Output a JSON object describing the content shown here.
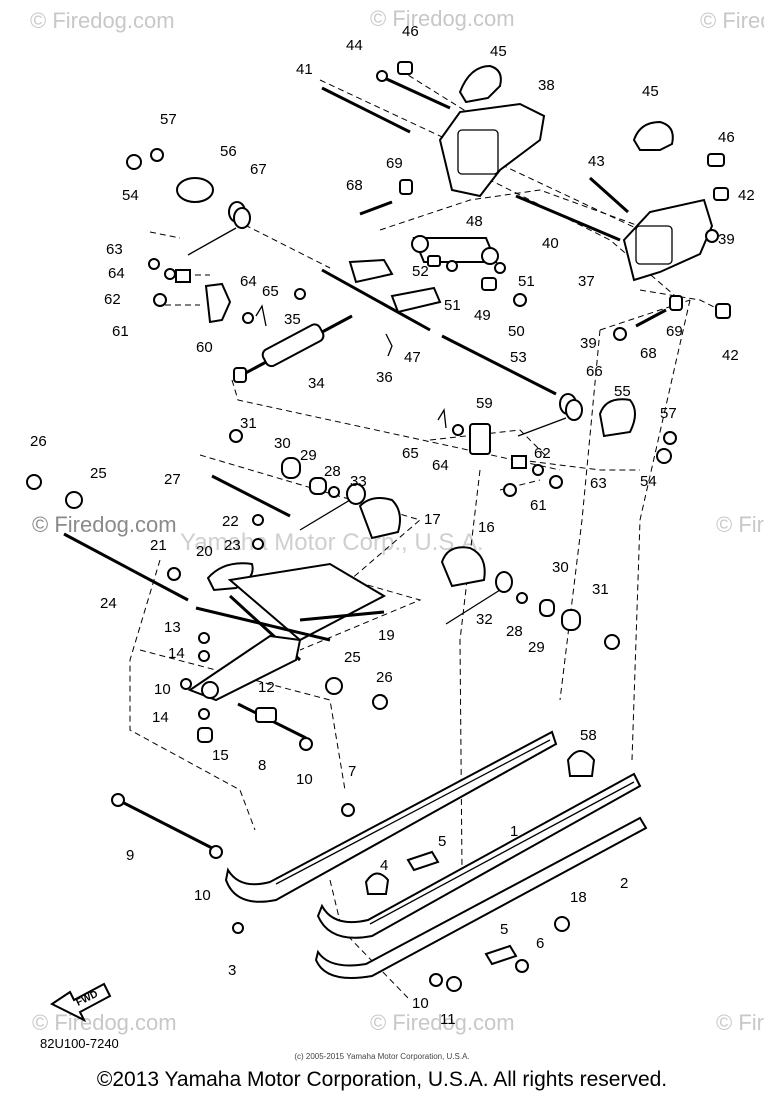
{
  "watermarks": {
    "site": "© Firedog.com",
    "center": "Yamaha Motor Corp., U.S.A."
  },
  "callouts": {
    "n1": "1",
    "n2": "2",
    "n3": "3",
    "n4": "4",
    "n5a": "5",
    "n5b": "5",
    "n6": "6",
    "n7": "7",
    "n8": "8",
    "n9": "9",
    "n10a": "10",
    "n10b": "10",
    "n10c": "10",
    "n10d": "10",
    "n11": "11",
    "n12": "12",
    "n13": "13",
    "n14a": "14",
    "n14b": "14",
    "n15": "15",
    "n16": "16",
    "n17": "17",
    "n18": "18",
    "n19": "19",
    "n20": "20",
    "n21": "21",
    "n22": "22",
    "n23": "23",
    "n24": "24",
    "n25a": "25",
    "n25b": "25",
    "n26a": "26",
    "n26b": "26",
    "n27": "27",
    "n28a": "28",
    "n28b": "28",
    "n29a": "29",
    "n29b": "29",
    "n30a": "30",
    "n30b": "30",
    "n31a": "31",
    "n31b": "31",
    "n32": "32",
    "n33": "33",
    "n34": "34",
    "n35": "35",
    "n36": "36",
    "n37": "37",
    "n38": "38",
    "n39a": "39",
    "n39b": "39",
    "n40": "40",
    "n41": "41",
    "n42a": "42",
    "n42b": "42",
    "n43": "43",
    "n44": "44",
    "n45a": "45",
    "n45b": "45",
    "n46a": "46",
    "n46b": "46",
    "n47": "47",
    "n48": "48",
    "n49": "49",
    "n50": "50",
    "n51a": "51",
    "n51b": "51",
    "n52": "52",
    "n53": "53",
    "n54a": "54",
    "n54b": "54",
    "n55": "55",
    "n56": "56",
    "n57a": "57",
    "n57b": "57",
    "n58": "58",
    "n59": "59",
    "n60": "60",
    "n61a": "61",
    "n61b": "61",
    "n62a": "62",
    "n62b": "62",
    "n63a": "63",
    "n63b": "63",
    "n64a": "64",
    "n64b": "64",
    "n64c": "64",
    "n65a": "65",
    "n65b": "65",
    "n66": "66",
    "n67": "67",
    "n68a": "68",
    "n68b": "68",
    "n69a": "69",
    "n69b": "69"
  },
  "fwd_label": "FWD",
  "diagram_code": "82U100-7240",
  "small_copyright": "(c) 2005-2015 Yamaha Motor Corporation, U.S.A.",
  "footer_copyright": "©2013 Yamaha Motor Corporation, U.S.A. All rights reserved."
}
